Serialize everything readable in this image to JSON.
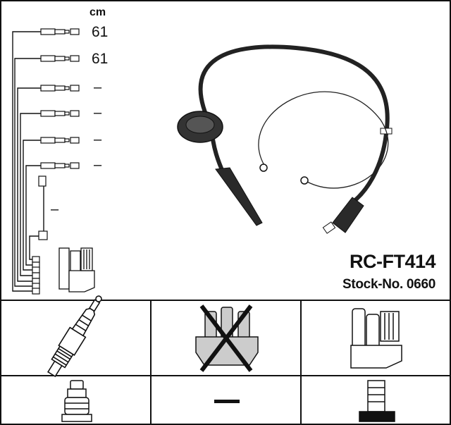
{
  "unit_label": "cm",
  "wires": [
    {
      "length": "61"
    },
    {
      "length": "61"
    },
    {
      "length": "–"
    },
    {
      "length": "–"
    },
    {
      "length": "–"
    },
    {
      "length": "–"
    }
  ],
  "coil_lead_length": "–",
  "product": {
    "model": "RC-FT414",
    "stock_number": "Stock-No. 0660"
  },
  "parts_grid": {
    "spark_plug_icon": "spark-plug-icon",
    "distributor_cap_icon": "distributor-cap-crossed-icon",
    "ignition_coil_icon": "ignition-coil-icon",
    "plug_connector_icon": "plug-connector-icon",
    "middle_cell_value": "—",
    "coil_connector_icon": "coil-connector-icon"
  },
  "colors": {
    "line": "#111111",
    "background": "#ffffff"
  }
}
